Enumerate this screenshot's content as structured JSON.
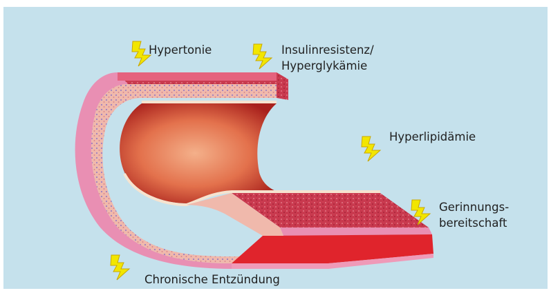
{
  "figure": {
    "background_color": "#c5e1ec",
    "bolt_color": "#f2e600",
    "vessel_colors": {
      "outer_wall": "#e98fb3",
      "muscle_layer": "#c7364e",
      "lumen_interior": "#cf4a34",
      "intima": "#f3d9c4",
      "bottom_band": "#e0242c"
    },
    "risk_factors": [
      {
        "text": "Hypertonie",
        "icon": "lightning-bolt-icon"
      },
      {
        "text": "Insulinresistenz/",
        "text2": "Hyperglykämie",
        "icon": "lightning-bolt-icon"
      },
      {
        "text": "Hyperlipidämie",
        "icon": "lightning-bolt-icon"
      },
      {
        "text": "Gerinnungs-",
        "text2": "bereitschaft",
        "icon": "lightning-bolt-icon"
      },
      {
        "text": "Chronische Entzündung",
        "icon": "lightning-bolt-icon"
      }
    ]
  }
}
